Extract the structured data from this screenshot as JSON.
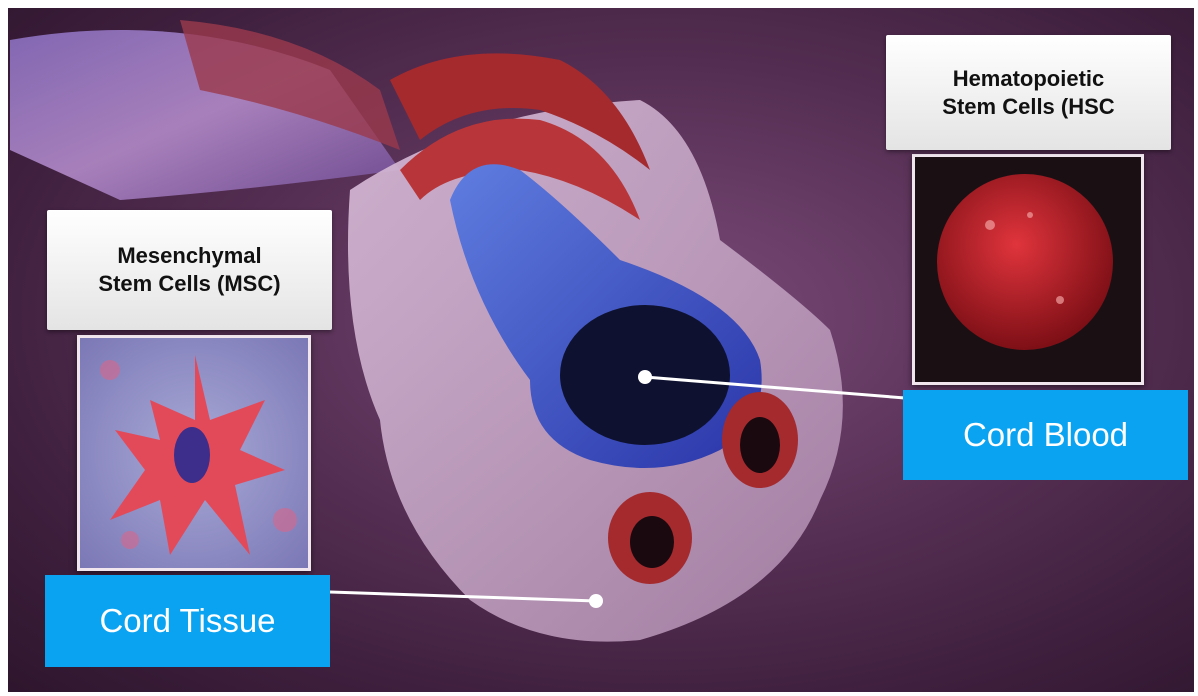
{
  "msc_header": {
    "line1": "Mesenchymal",
    "line2": "Stem Cells (MSC)"
  },
  "hsc_header": {
    "line1": "Hematopoietic",
    "line2": "Stem Cells (HSC"
  },
  "labels": {
    "cord_tissue": "Cord Tissue",
    "cord_blood": "Cord Blood"
  },
  "colors": {
    "label_bg": "#0aa3f2",
    "vein": "#3a4fc4",
    "artery": "#a42a2e",
    "tissue": "#c9a6c8",
    "background": "#4a2848"
  }
}
